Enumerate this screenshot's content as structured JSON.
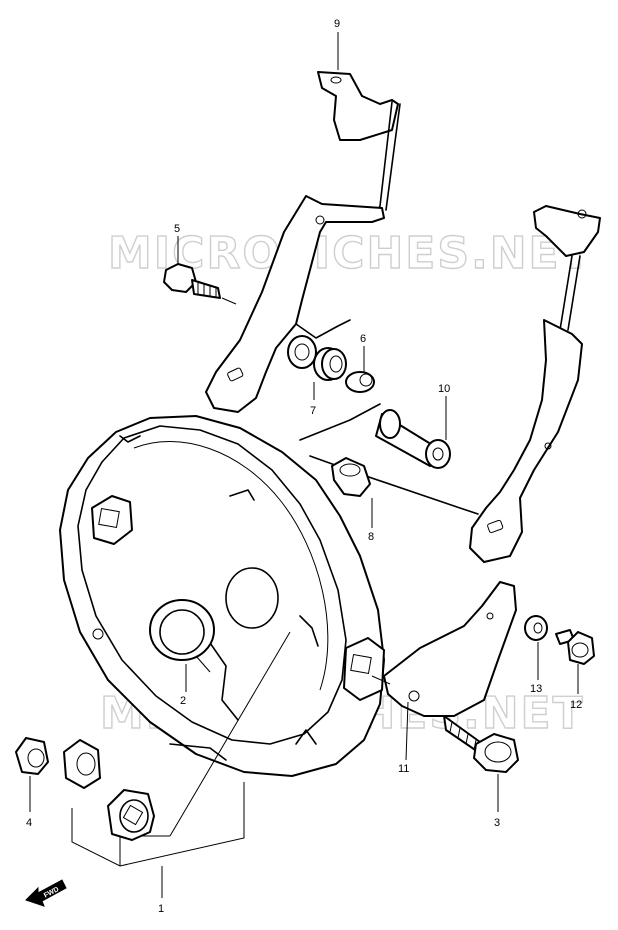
{
  "watermark": "MICROFICHES.NET",
  "fwd_label": "FWD",
  "callouts": {
    "p1": "1",
    "p2": "2",
    "p3": "3",
    "p4": "4",
    "p5": "5",
    "p6": "6",
    "p7": "7",
    "p8": "8",
    "p9": "9",
    "p10": "10",
    "p11": "11",
    "p12": "12",
    "p13": "13"
  }
}
